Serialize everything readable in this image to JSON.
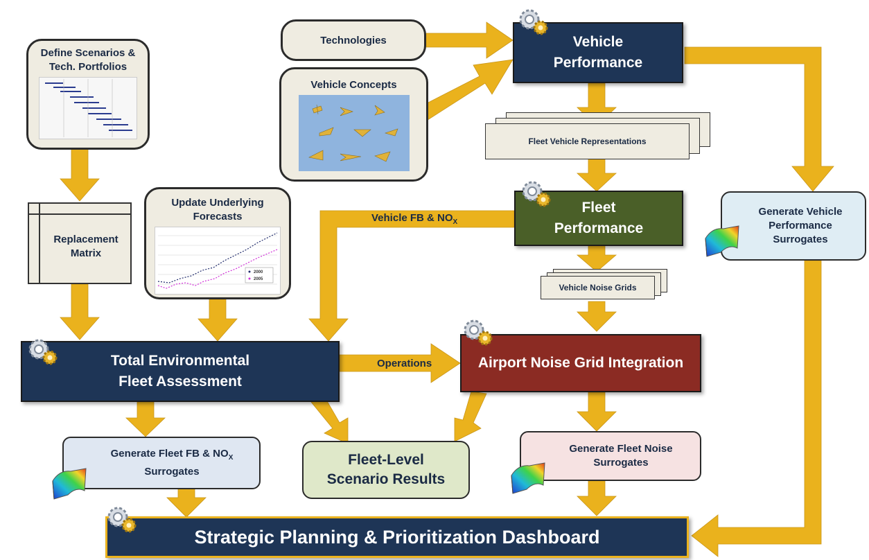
{
  "colors": {
    "arrow": "#eab21d",
    "navy": "#1e3556",
    "green": "#4a5f28",
    "red": "#8b2b23",
    "cream": "#efece1",
    "light_blue": "#dfedf4",
    "light_pink": "#f6e2e2",
    "light_green": "#dfe8c9"
  },
  "icons": [
    "gear-icon",
    "surface-plot-icon",
    "airplane-icon",
    "document-stack-icon",
    "line-chart-icon",
    "table-icon"
  ],
  "boxes": {
    "define_scenarios": "Define Scenarios & Tech. Portfolios",
    "technologies": "Technologies",
    "vehicle_concepts": "Vehicle Concepts",
    "vehicle_performance": "Vehicle Performance",
    "fleet_vehicle_representations": "Fleet Vehicle Representations",
    "fleet_performance": "Fleet Performance",
    "generate_vehicle_surrogates": "Generate Vehicle Performance Surrogates",
    "replacement_matrix": "Replacement Matrix",
    "update_forecasts": "Update Underlying Forecasts",
    "vehicle_noise_grids": "Vehicle Noise Grids",
    "total_environmental": "Total Environmental Fleet Assessment",
    "airport_noise": "Airport Noise Grid Integration",
    "generate_fleet_fb_pre": "Generate Fleet FB & NO",
    "generate_fleet_fb_sub": "X",
    "generate_fleet_fb_post": "Surrogates",
    "fleet_level_results": "Fleet-Level Scenario Results",
    "generate_fleet_noise": "Generate Fleet Noise Surrogates",
    "dashboard": "Strategic Planning & Prioritization Dashboard"
  },
  "labels": {
    "vehicle_fb_pre": "Vehicle FB & NO",
    "vehicle_fb_sub": "X",
    "operations": "Operations"
  },
  "forecast_legend": [
    "2000",
    "2005"
  ]
}
